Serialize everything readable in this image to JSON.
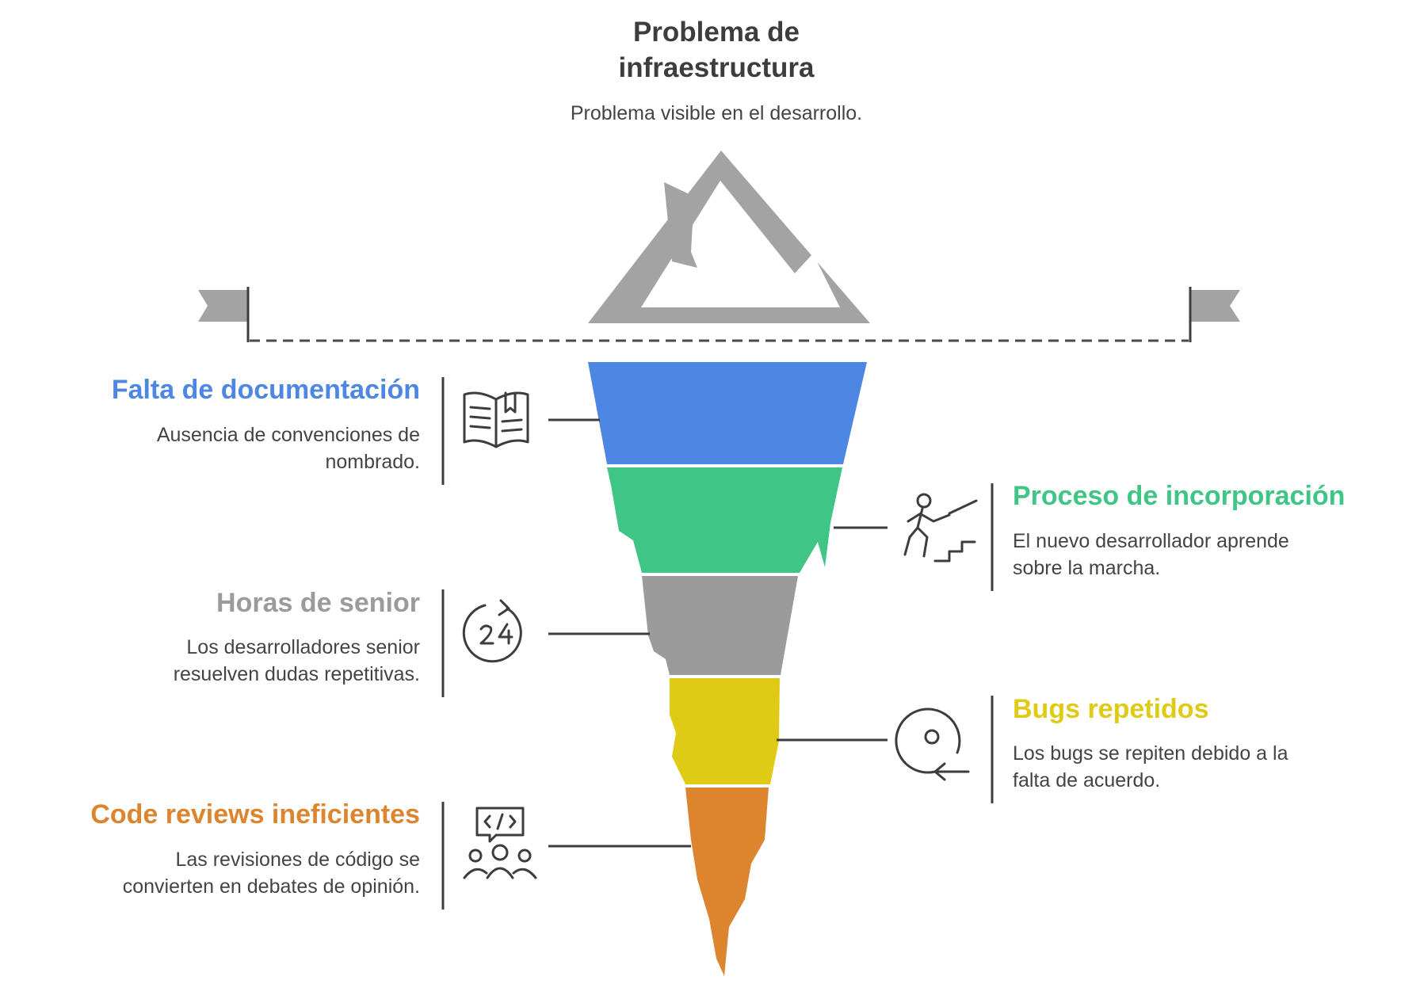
{
  "header": {
    "title_line1": "Problema de",
    "title_line2": "infraestructura",
    "subtitle": "Problema visible en el desarrollo."
  },
  "layers": [
    {
      "title": "Falta de documentación",
      "desc_line1": "Ausencia de convenciones de",
      "desc_line2": "nombrado.",
      "color": "#4d86e3",
      "side": "left",
      "icon": "open-book-icon"
    },
    {
      "title": "Proceso de incorporación",
      "desc_line1": "El nuevo desarrollador aprende",
      "desc_line2": "sobre la marcha.",
      "color": "#3fc585",
      "side": "right",
      "icon": "person-climbing-stairs-icon"
    },
    {
      "title": "Horas de senior",
      "desc_line1": "Los desarrolladores senior",
      "desc_line2": "resuelven dudas repetitivas.",
      "color": "#9b9b9b",
      "side": "left",
      "icon": "24-hours-icon"
    },
    {
      "title": "Bugs repetidos",
      "desc_line1": "Los bugs se repiten debido a la",
      "desc_line2": "falta de acuerdo.",
      "color": "#dfcb15",
      "side": "right",
      "icon": "repeat-arrow-circle-icon"
    },
    {
      "title": "Code reviews ineficientes",
      "desc_line1": "Las revisiones de código se",
      "desc_line2": "convierten en debates de opinión.",
      "color": "#dd842f",
      "side": "left",
      "icon": "code-review-team-icon"
    }
  ],
  "colors": {
    "mountain": "#a3a3a3",
    "waterline": "#4a4a4a",
    "icon_stroke": "#3d3d3d",
    "connector": "#3d3d3d"
  }
}
